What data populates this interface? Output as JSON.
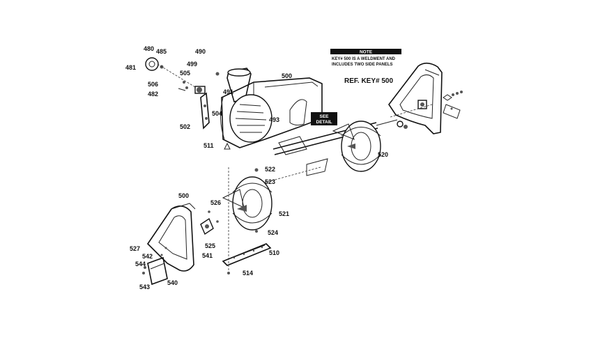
{
  "note": {
    "header": "NOTE",
    "lines": [
      "KEY# 500 IS A WELDMENT AND",
      "INCLUDES TWO SIDE PANELS"
    ]
  },
  "ref_key": "REF. KEY# 500",
  "callout_box": [
    "SEE",
    "DETAIL"
  ],
  "labels": {
    "l480": "480",
    "l485": "485",
    "l481": "481",
    "l490": "490",
    "l499": "499",
    "l505": "505",
    "l506": "506",
    "l482": "482",
    "l491": "491",
    "l500a": "500",
    "l504": "504",
    "l493": "493",
    "l502": "502",
    "l511": "511",
    "l520": "520",
    "l522": "522",
    "l523": "523",
    "l500b": "500",
    "l526": "526",
    "l521": "521",
    "l525": "525",
    "l541": "541",
    "l524": "524",
    "l510": "510",
    "l514": "514",
    "l527": "527",
    "l542": "542",
    "l544": "544",
    "l543": "543",
    "l540": "540"
  }
}
